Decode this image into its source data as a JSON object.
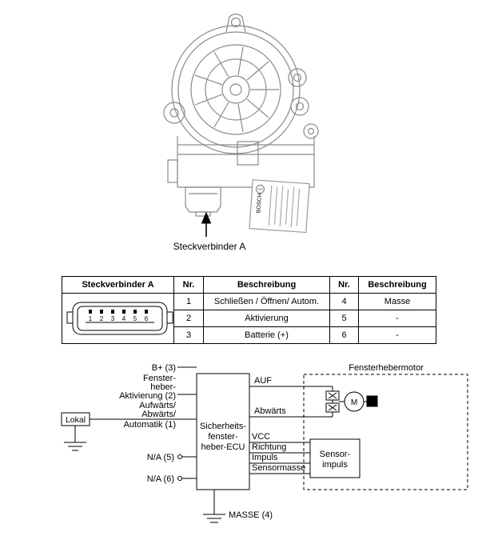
{
  "motor": {
    "connector_label": "Steckverbinder A",
    "brand": "BOSCH"
  },
  "table": {
    "header": {
      "connector": "Steckverbinder A",
      "nr1": "Nr.",
      "desc1": "Beschreibung",
      "nr2": "Nr.",
      "desc2": "Beschreibung"
    },
    "pins": [
      "1",
      "2",
      "3",
      "4",
      "5",
      "6"
    ],
    "rows": [
      {
        "nr1": "1",
        "desc1": "Schließen / Öffnen/ Autom.",
        "nr2": "4",
        "desc2": "Masse"
      },
      {
        "nr1": "2",
        "desc1": "Aktivierung",
        "nr2": "5",
        "desc2": "-"
      },
      {
        "nr1": "3",
        "desc1": "Batterie (+)",
        "nr2": "6",
        "desc2": "-"
      }
    ]
  },
  "diagram": {
    "left": {
      "b_plus": "B+ (3)",
      "akt1": "Fenster-",
      "akt2": "heber-",
      "akt3": "Aktivierung (2)",
      "auto1": "Aufwärts/",
      "auto2": "Abwärts/",
      "auto3": "Automatik (1)",
      "lokal": "Lokal",
      "na5": "N/A (5)",
      "na6": "N/A (6)"
    },
    "ecu": {
      "l1": "Sicherheits-",
      "l2": "fenster-",
      "l3": "heber-ECU"
    },
    "motor_box": {
      "title": "Fensterhebermotor",
      "m": "M"
    },
    "wires": {
      "auf": "AUF",
      "ab": "Abwärts",
      "vcc": "VCC",
      "richtung": "Richtung",
      "impuls": "Impuls",
      "sensormasse": "Sensormasse"
    },
    "sensor": {
      "l1": "Sensor-",
      "l2": "impuls"
    },
    "masse": "MASSE (4)"
  }
}
